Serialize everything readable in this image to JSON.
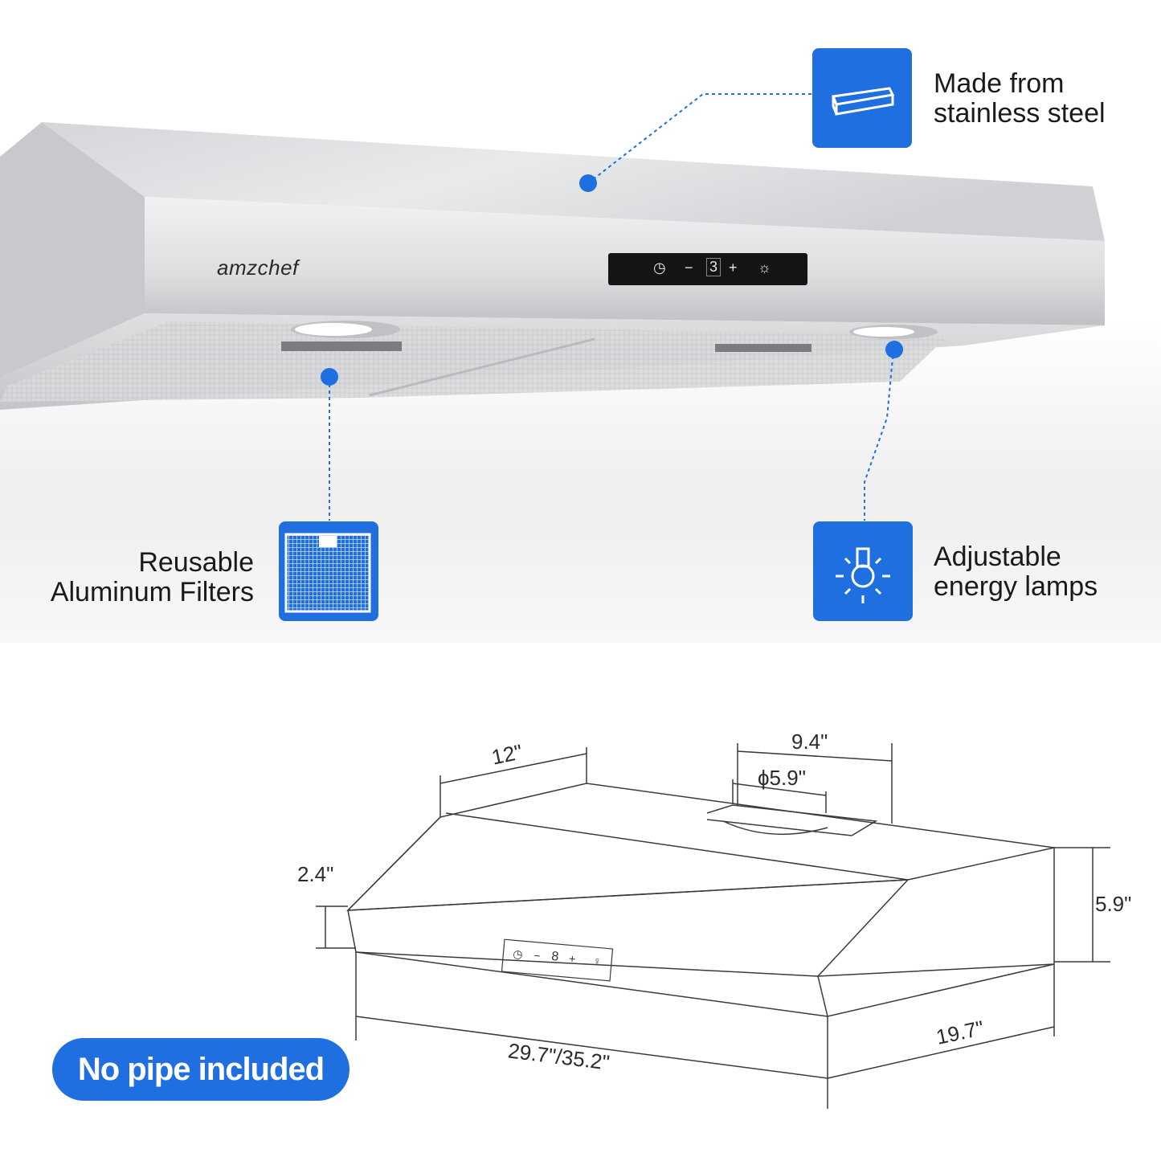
{
  "brand": {
    "name": "amzchef"
  },
  "control_panel": {
    "minus": "−",
    "display": "3",
    "plus": "+"
  },
  "features": {
    "steel": {
      "line1": "Made from",
      "line2": "stainless steel",
      "icon": "steel-panel-icon"
    },
    "filters": {
      "line1": "Reusable",
      "line2": "Aluminum Filters",
      "icon": "mesh-filter-icon"
    },
    "lamps": {
      "line1": "Adjustable",
      "line2": "energy lamps",
      "icon": "light-bulb-icon"
    }
  },
  "diagram_panel": {
    "minus": "−",
    "display": "8",
    "plus": "+"
  },
  "dimensions": {
    "depth_top": "12\"",
    "duct_width": "9.4\"",
    "duct_diameter": "ϕ5.9\"",
    "front_height": "2.4\"",
    "total_height": "5.9\"",
    "depth": "19.7\"",
    "width": "29.7\"/35.2\""
  },
  "badge": {
    "label": "No pipe included"
  },
  "colors": {
    "accent": "#1f6fe0",
    "steel": "#c9cbce",
    "text": "#1a1a1a"
  }
}
